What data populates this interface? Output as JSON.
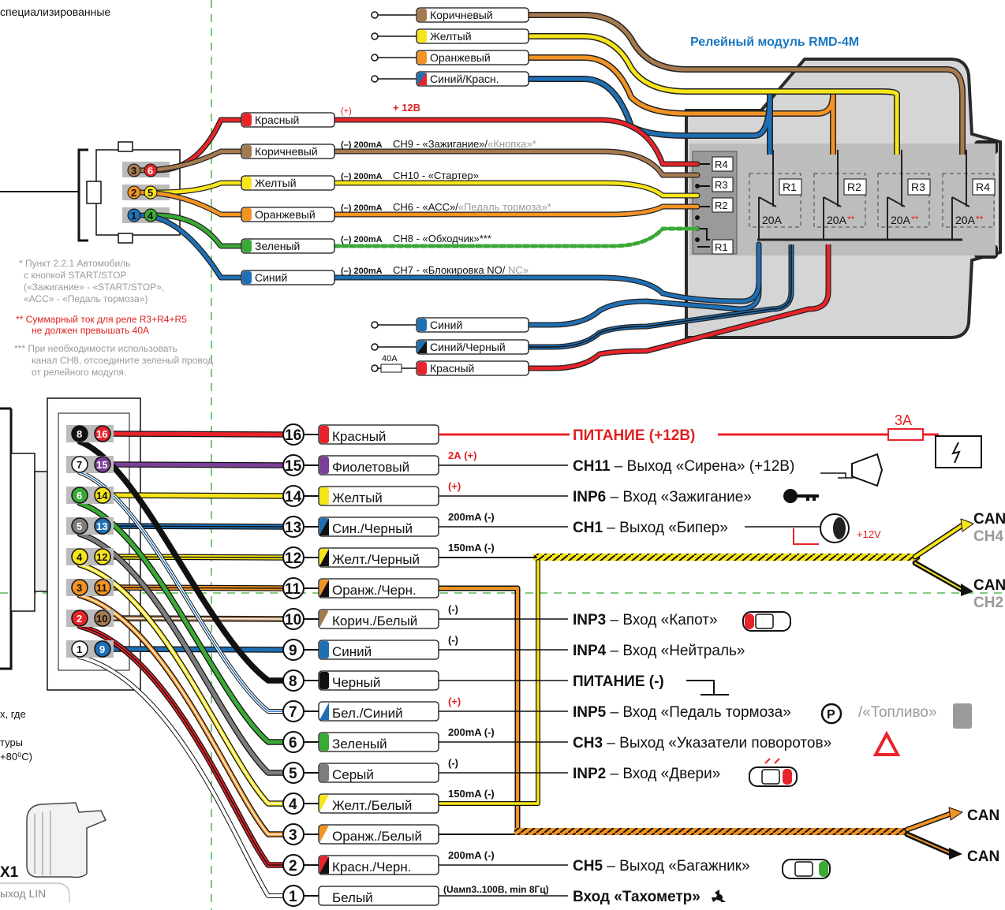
{
  "top_fragment": "специализированные",
  "relay_module": {
    "title": "Релейный модуль RMD-4M",
    "relays": [
      "R4",
      "R3",
      "R2",
      "R1"
    ],
    "right_relays": [
      "R1",
      "R2",
      "R3",
      "R4"
    ],
    "ratings": [
      "20A",
      "20A",
      "20A",
      "20A"
    ],
    "stars": "**",
    "input_wires": [
      "Коричневый",
      "Желтый",
      "Оранжевый",
      "Синий/Красн."
    ],
    "power_wires": [
      "Синий",
      "Синий/Черный",
      "Красный"
    ],
    "fuse": "40A"
  },
  "connector_small": {
    "pins": [
      "3",
      "6",
      "2",
      "5",
      "1",
      "4"
    ],
    "wires": [
      {
        "label": "Красный",
        "pol": "(+)",
        "desc": "+ 12В",
        "extra": ""
      },
      {
        "label": "Коричневый",
        "pol": "(–) 200mA",
        "desc": "CH9 - «Зажигание»/",
        "extra": "«Кнопка»*"
      },
      {
        "label": "Желтый",
        "pol": "(–) 200mA",
        "desc": "CH10 - «Стартер»",
        "extra": ""
      },
      {
        "label": "Оранжевый",
        "pol": "(–) 200mA",
        "desc": "CH6 - «АСС»/",
        "extra": "«Педаль тормоза»*"
      },
      {
        "label": "Зеленый",
        "pol": "(–) 200mA",
        "desc": "CH8 - «Обходчик»***",
        "extra": ""
      },
      {
        "label": "Синий",
        "pol": "(–) 200mA",
        "desc": "CH7 - «Блокировка NO/ ",
        "extra": "NC»"
      }
    ]
  },
  "notes": {
    "n1": [
      "*  Пункт 2.2.1 Автомобиль",
      "с кнопкой START/STOP",
      "(«Зажигание» - «START/STOP»,",
      "«АСС» -  «Педаль тормоза»)"
    ],
    "n2": [
      "** Суммарный ток для реле R3+R4+R5",
      "не должен превышать 40А"
    ],
    "n3": [
      "*** При необходимости использовать",
      "канал CH8, отсоедините зеленый провод",
      "от релейного модуля."
    ]
  },
  "left_fragments": [
    "х, где",
    "туры",
    "+80⁰С)"
  ],
  "x1": {
    "label": "X1",
    "sub": "ыход LIN"
  },
  "main_connector": {
    "wires": [
      {
        "num": "16",
        "label": "Красный",
        "pol": "",
        "func": "ПИТАНИЕ (+12В)",
        "fuse": "3A"
      },
      {
        "num": "15",
        "label": "Фиолетовый",
        "pol": "2А (+)",
        "func": "CH11 – Выход «Сирена» (+12В)"
      },
      {
        "num": "14",
        "label": "Желтый",
        "pol": "(+)",
        "func": "INP6 – Вход «Зажигание»"
      },
      {
        "num": "13",
        "label": "Син./Черный",
        "pol": "200mA (-)",
        "func": "CH1 – Выход «Бипер»",
        "extra": "+12V"
      },
      {
        "num": "12",
        "label": "Желт./Черный",
        "pol": "150mA (-)",
        "func": ""
      },
      {
        "num": "11",
        "label": "Оранж./Черн.",
        "pol": "",
        "func": ""
      },
      {
        "num": "10",
        "label": "Корич./Белый",
        "pol": "(-)",
        "func": "INP3 – Вход «Капот»"
      },
      {
        "num": "9",
        "label": "Синий",
        "pol": "(-)",
        "func": "INP4 – Вход «Нейтраль»"
      },
      {
        "num": "8",
        "label": "Черный",
        "pol": "",
        "func": "ПИТАНИЕ (-)"
      },
      {
        "num": "7",
        "label": "Бел./Синий",
        "pol": "(+)",
        "func": "INP5 – Вход «Педаль тормоза»",
        "extra": "/«Топливо»"
      },
      {
        "num": "6",
        "label": "Зеленый",
        "pol": "200mA (-)",
        "func": "CH3 – Выход «Указатели поворотов»"
      },
      {
        "num": "5",
        "label": "Серый",
        "pol": "(-)",
        "func": "INP2 – Вход «Двери»"
      },
      {
        "num": "4",
        "label": "Желт./Белый",
        "pol": "150mA (-)",
        "func": ""
      },
      {
        "num": "3",
        "label": "Оранж./Белый",
        "pol": "",
        "func": ""
      },
      {
        "num": "2",
        "label": "Красн./Черн.",
        "pol": "200mA (-)",
        "func": "CH5 – Выход «Багажник»"
      },
      {
        "num": "1",
        "label": "Белый",
        "pol": "(Uамп3..100В, min 8Гц)",
        "func": "Вход «Тахометр»"
      }
    ],
    "can": [
      "CAN",
      "CH4",
      "CAN",
      "CH2",
      "CAN",
      "CAN"
    ]
  },
  "colors": {
    "red": "#e8232a",
    "brown": "#a67a4f",
    "yellow": "#f6e51b",
    "orange": "#f29324",
    "green": "#3aa935",
    "blue": "#1f6fb5",
    "violet": "#7b3f98",
    "black": "#111111",
    "grey": "#7d7d7d",
    "white": "#ffffff",
    "module": "#d5d5d5",
    "title_blue": "#1a78c2"
  }
}
